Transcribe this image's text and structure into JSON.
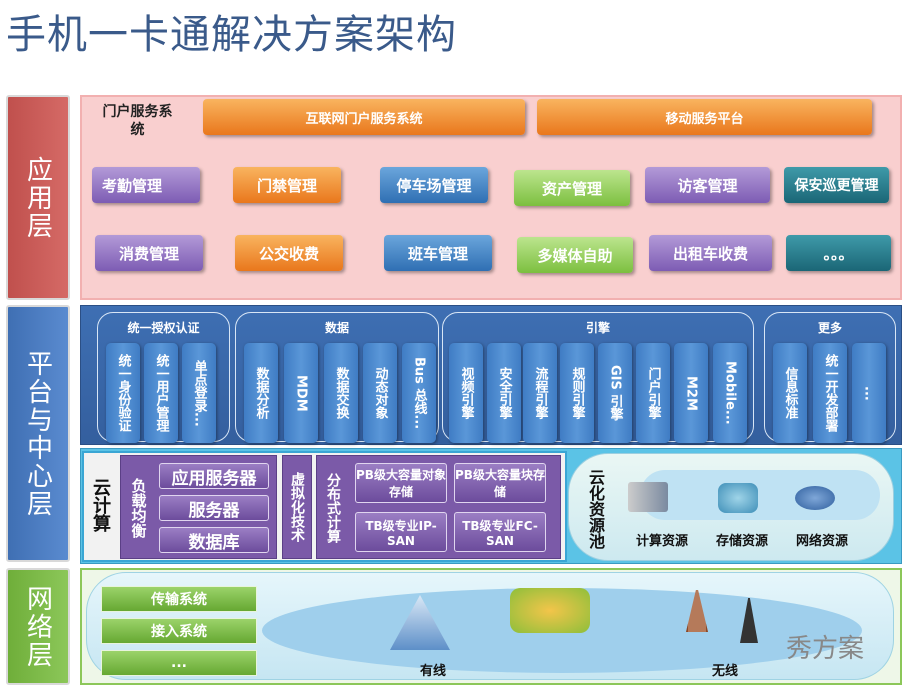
{
  "title": "手机一卡通解决方案架构",
  "layers": {
    "app": "应用层",
    "platform": "平台与中心层",
    "network": "网络层"
  },
  "app": {
    "portal_label": "门户服务系统",
    "portal_systems": [
      "互联网门户服务系统",
      "移动服务平台"
    ],
    "row1": [
      "考勤管理",
      "门禁管理",
      "停车场管理",
      "资产管理",
      "访客管理",
      "保安巡更管理"
    ],
    "row2": [
      "消费管理",
      "公交收费",
      "班车管理",
      "多媒体自助",
      "出租车收费",
      "。。。"
    ]
  },
  "platform": {
    "groups": [
      {
        "title": "统一授权认证",
        "items": [
          "统一身份验证",
          "统一用户管理",
          "单点登录..."
        ]
      },
      {
        "title": "数据",
        "items": [
          "数据分析",
          "MDM",
          "数据交换",
          "动态对象",
          "Bus 总线..."
        ]
      },
      {
        "title": "引擎",
        "items": [
          "视频引擎",
          "安全引擎",
          "流程引擎",
          "规则引擎",
          "GIS 引擎",
          "门户引擎",
          "M2M",
          "Mobile..."
        ]
      },
      {
        "title": "更多",
        "items": [
          "信息标准",
          "统一开发部署",
          "..."
        ]
      }
    ]
  },
  "cloud": {
    "label": "云计算",
    "load_balance": "负载均衡",
    "servers": [
      "应用服务器",
      "服务器",
      "数据库"
    ],
    "virtualization": "虚拟化技术",
    "distributed": "分布式计算",
    "storage": [
      "PB级大容量对象存储",
      "PB级大容量块存储",
      "TB级专业IP-SAN",
      "TB级专业FC-SAN"
    ],
    "pool_label": "云化资源池",
    "resources": [
      "计算资源",
      "存储资源",
      "网络资源"
    ]
  },
  "network": {
    "items": [
      "传输系统",
      "接入系统",
      "..."
    ],
    "wired": "有线",
    "wireless": "无线"
  },
  "watermark": "秀方案"
}
